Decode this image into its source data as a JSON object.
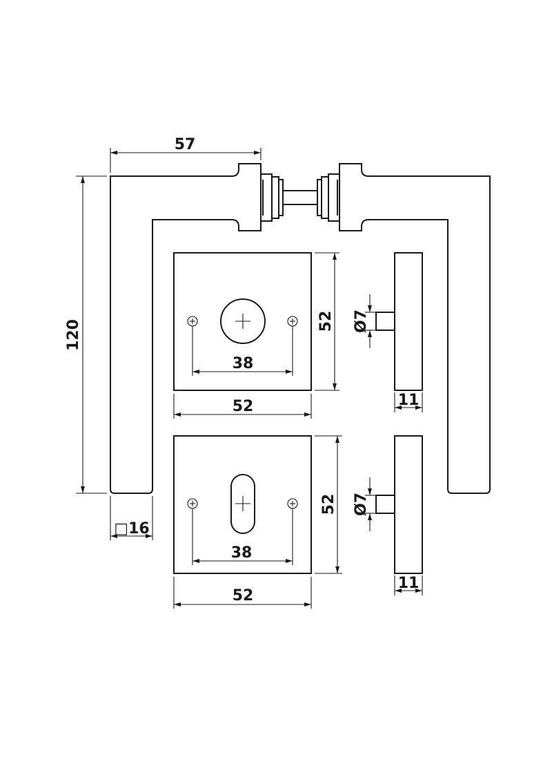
{
  "dimensions": {
    "lever_length": "57",
    "lever_height": "120",
    "lever_section": "□16",
    "rose_key_width": "52",
    "rose_key_height": "52",
    "rose_key_hole_spacing": "38",
    "rose_key_spindle_dia": "Ø7",
    "rose_key_thickness": "11",
    "rose_eur_width": "52",
    "rose_eur_height": "52",
    "rose_eur_hole_spacing": "38",
    "rose_eur_spindle_dia": "Ø7",
    "rose_eur_thickness": "11"
  },
  "colors": {
    "line": "#1a1a1a",
    "background": "#ffffff"
  }
}
